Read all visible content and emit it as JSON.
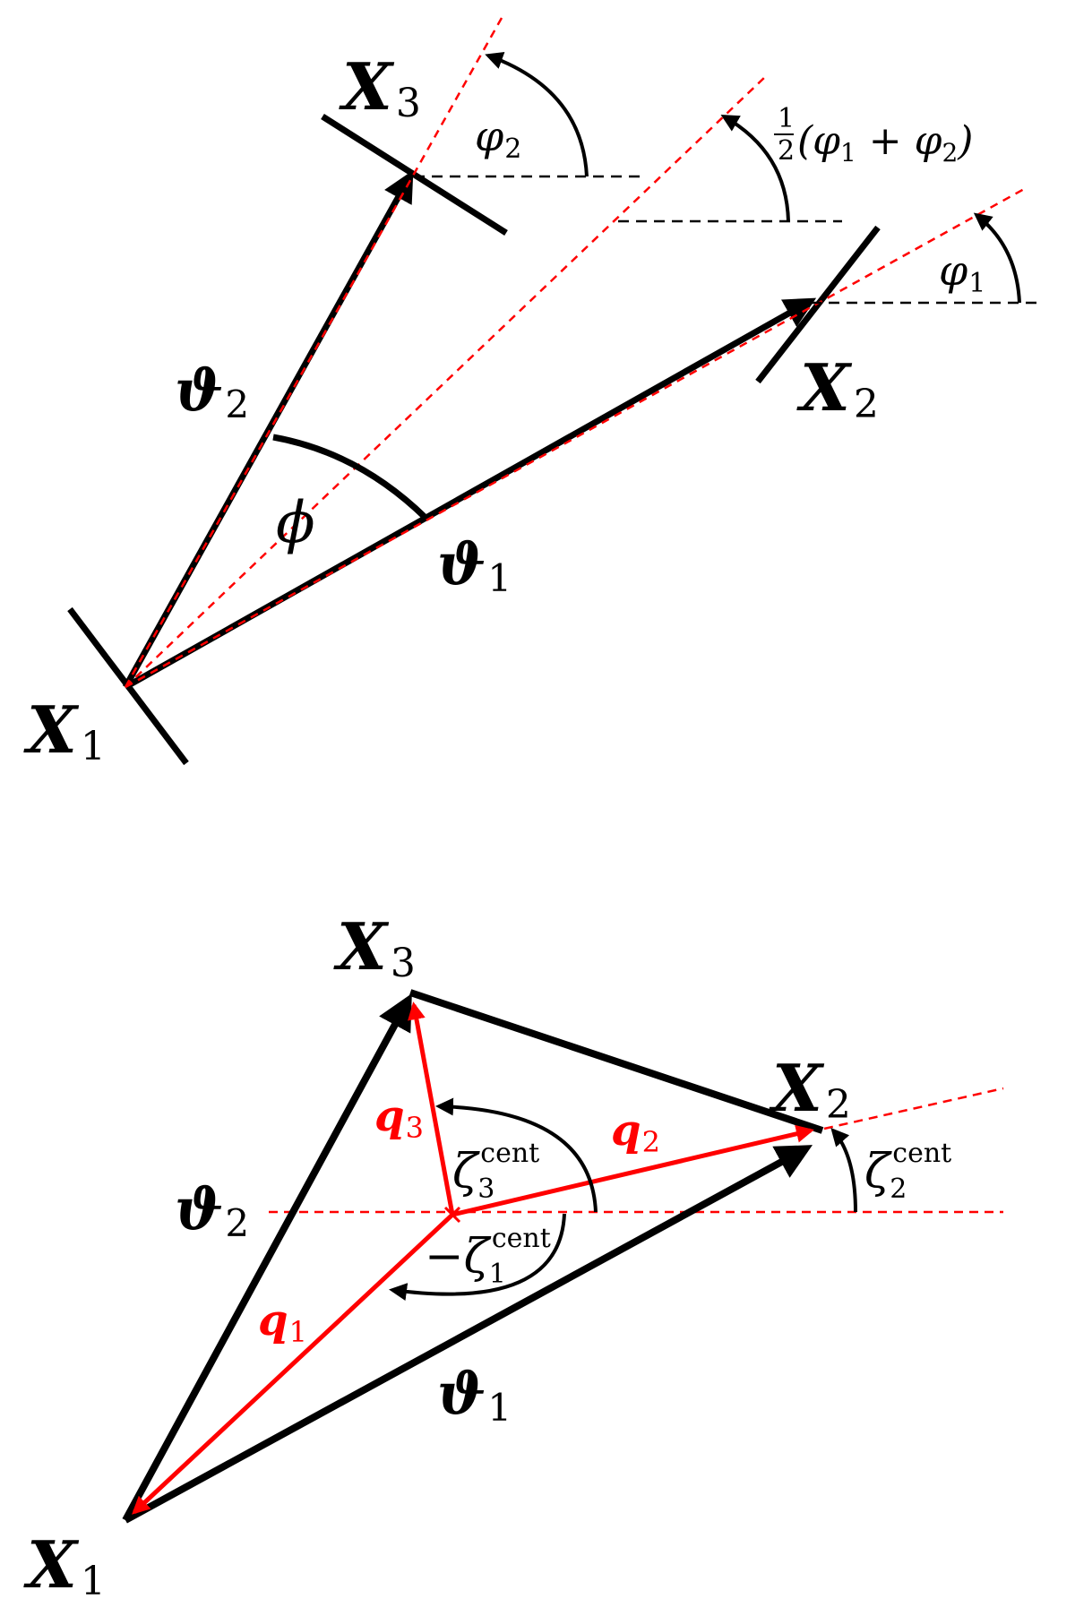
{
  "colors": {
    "ink": "#000000",
    "accent": "#ff0000"
  },
  "top_diagram": {
    "x1": {
      "sym": "X",
      "sub": "1"
    },
    "x2": {
      "sym": "X",
      "sub": "2"
    },
    "x3": {
      "sym": "X",
      "sub": "3"
    },
    "theta1": {
      "sym": "ϑ",
      "sub": "1"
    },
    "theta2": {
      "sym": "ϑ",
      "sub": "2"
    },
    "phi": "ϕ",
    "varphi1": {
      "sym": "φ",
      "sub": "1"
    },
    "varphi2": {
      "sym": "φ",
      "sub": "2"
    },
    "half_label": {
      "num": "1",
      "den": "2",
      "expr_a": "(φ",
      "a_sub": "1",
      "mid": " + φ",
      "b_sub": "2",
      "close": ")"
    }
  },
  "bottom_diagram": {
    "x1": {
      "sym": "X",
      "sub": "1"
    },
    "x2": {
      "sym": "X",
      "sub": "2"
    },
    "x3": {
      "sym": "X",
      "sub": "3"
    },
    "theta1": {
      "sym": "ϑ",
      "sub": "1"
    },
    "theta2": {
      "sym": "ϑ",
      "sub": "2"
    },
    "q1": {
      "sym": "q",
      "sub": "1"
    },
    "q2": {
      "sym": "q",
      "sub": "2"
    },
    "q3": {
      "sym": "q",
      "sub": "3"
    },
    "zeta3": {
      "sym": "ζ",
      "sub": "3",
      "sup": "cent"
    },
    "zeta2": {
      "sym": "ζ",
      "sub": "2",
      "sup": "cent"
    },
    "zeta1": {
      "prefix": "−",
      "sym": "ζ",
      "sub": "1",
      "sup": "cent"
    }
  }
}
